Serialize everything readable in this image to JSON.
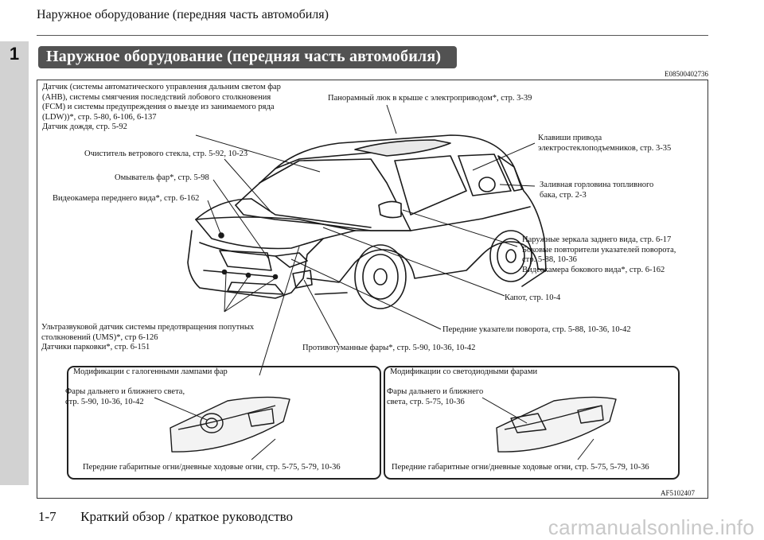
{
  "header": {
    "title": "Наружное оборудование (передняя часть автомобиля)",
    "chapter": "1"
  },
  "section": {
    "title": "Наружное оборудование (передняя часть автомобиля)",
    "code": "E08500402736"
  },
  "labels": {
    "sensor": "Датчик (системы автоматического управления дальним светом фар\n(AHB), системы смягчения последствий лобового столкновения\n(FCM) и системы предупреждения о выезде из занимаемого ряда\n(LDW))*, стр. 5-80, 6-106, 6-137\nДатчик дождя, стр. 5-92",
    "sunroof": "Панорамный люк в крыше с электроприводом*, стр. 3-39",
    "window_switches": "Клавиши привода\nэлектростеклоподъемников, стр. 3-35",
    "wiper": "Очиститель ветрового стекла, стр. 5-92, 10-23",
    "washer": "Омыватель фар*, стр. 5-98",
    "fuel": "Заливная горловина топливного\nбака, стр. 2-3",
    "front_camera": "Видеокамера переднего вида*, стр. 6-162",
    "mirrors": "Наружные зеркала заднего вида, стр. 6-17\nБоковые повторители указателей поворота,\nстр. 5-88, 10-36\nВидеокамера бокового вида*, стр. 6-162",
    "hood": "Капот, стр. 10-4",
    "ums": "Ультразвуковой датчик системы предотвращения попутных\nстолкновений (UMS)*, стр 6-126\nДатчики парковки*, стр. 6-151",
    "turn_signals": "Передние указатели поворота, стр. 5-88, 10-36, 10-42",
    "fog": "Противотуманные фары*, стр. 5-90, 10-36, 10-42"
  },
  "halogen": {
    "title": "Модификации с галогенными лампами фар",
    "headlights": "Фары дальнего и ближнего света,\nстр. 5-90, 10-36, 10-42",
    "drl": "Передние габаритные огни/дневные ходовые огни, стр. 5-75, 5-79, 10-36"
  },
  "led": {
    "title": "Модификации со светодиодными фарами",
    "headlights": "Фары дальнего и ближнего\nсвета, стр. 5-75, 10-36",
    "drl": "Передние габаритные огни/дневные ходовые огни, стр. 5-75, 5-79, 10-36"
  },
  "figure_code": "AF5102407",
  "footer": {
    "page": "1-7",
    "title": "Краткий обзор / краткое руководство"
  },
  "watermark": "carmanualsonline.info"
}
